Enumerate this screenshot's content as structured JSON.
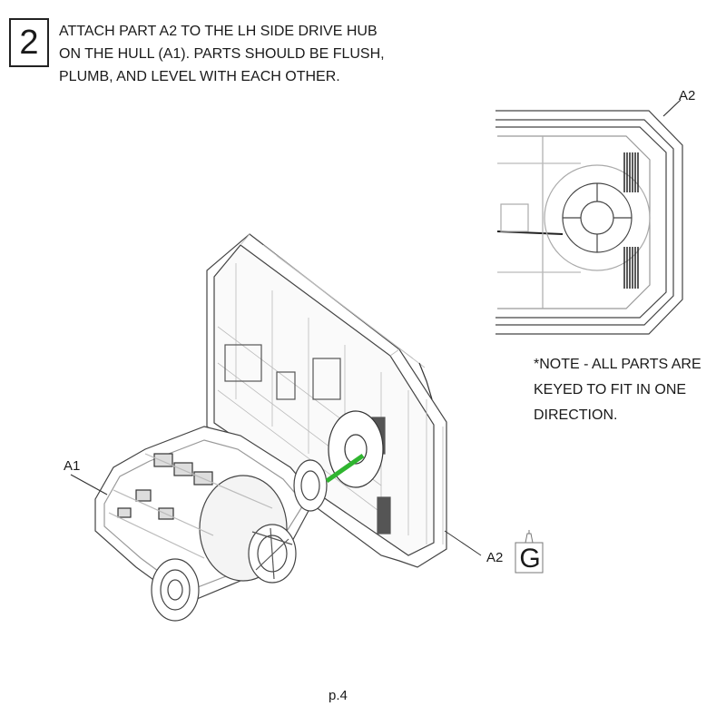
{
  "step": {
    "number": "2"
  },
  "instructions": [
    "ATTACH PART A2 TO THE LH SIDE DRIVE HUB",
    "ON THE HULL (A1). PARTS SHOULD BE FLUSH,",
    "PLUMB, AND LEVEL WITH EACH OTHER."
  ],
  "note": [
    "*NOTE - ALL PARTS ARE",
    "KEYED TO FIT IN ONE",
    "DIRECTION."
  ],
  "labels": {
    "detail_part": "A2",
    "hull_part": "A1",
    "panel_part": "A2",
    "glue_code": "G"
  },
  "footer": {
    "page": "p.4"
  },
  "colors": {
    "guide_line": "#2fb52f",
    "ink": "#333333"
  }
}
